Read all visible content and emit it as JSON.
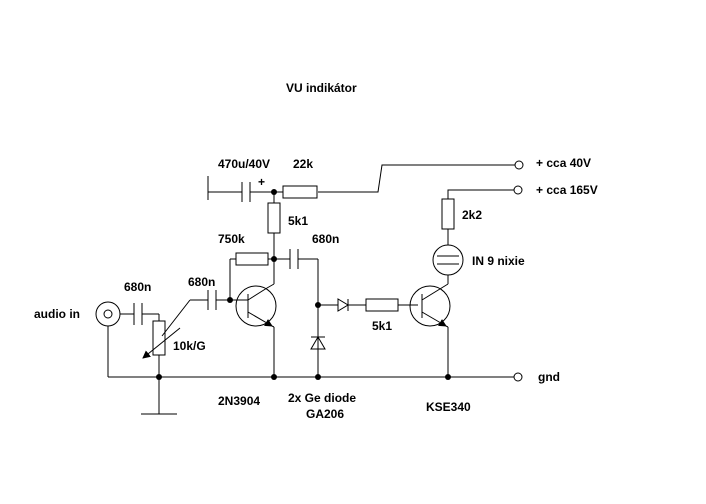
{
  "title": "VU indikátor",
  "components": {
    "c_470u": "470u/40V",
    "plus": "+",
    "r_22k": "22k",
    "r_5k1_top": "5k1",
    "r_750k": "750k",
    "c_680n_mid": "680n",
    "c_680n_in": "680n",
    "c_680n_base": "680n",
    "pot": "10k/G",
    "r_5k1_base": "5k1",
    "r_2k2": "2k2",
    "nixie": "IN 9 nixie",
    "t1": "2N3904",
    "diodes_line1": "2x Ge diode",
    "diodes_line2": "GA206",
    "t2": "KSE340"
  },
  "terminals": {
    "supply_40": "+ cca 40V",
    "supply_165": "+ cca 165V",
    "gnd": "gnd",
    "input": "audio in"
  }
}
